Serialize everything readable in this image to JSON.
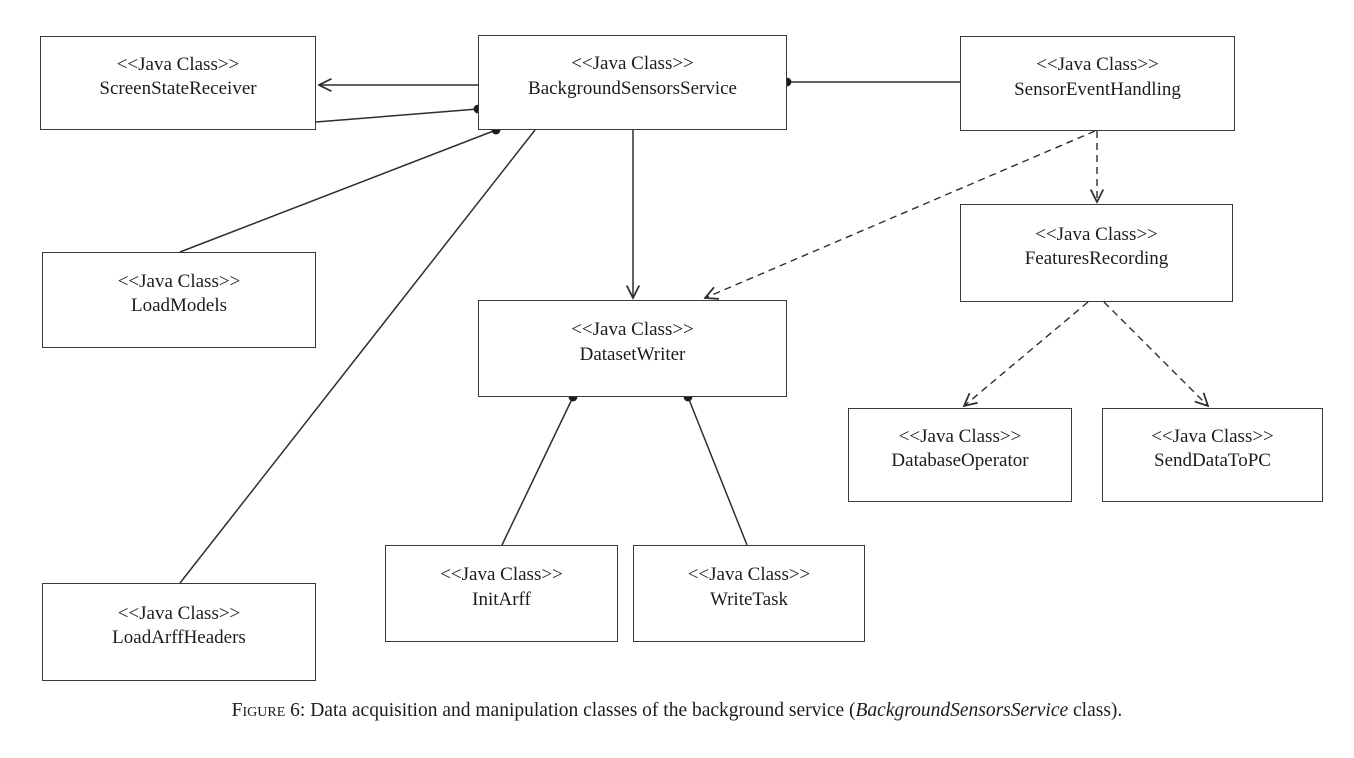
{
  "diagram": {
    "classes": [
      {
        "stereotype": "<<Java Class>>",
        "name": "ScreenStateReceiver"
      },
      {
        "stereotype": "<<Java Class>>",
        "name": "BackgroundSensorsService"
      },
      {
        "stereotype": "<<Java Class>>",
        "name": "SensorEventHandling"
      },
      {
        "stereotype": "<<Java Class>>",
        "name": "LoadModels"
      },
      {
        "stereotype": "<<Java Class>>",
        "name": "FeaturesRecording"
      },
      {
        "stereotype": "<<Java Class>>",
        "name": "DatasetWriter"
      },
      {
        "stereotype": "<<Java Class>>",
        "name": "DatabaseOperator"
      },
      {
        "stereotype": "<<Java Class>>",
        "name": "SendDataToPC"
      },
      {
        "stereotype": "<<Java Class>>",
        "name": "InitArff"
      },
      {
        "stereotype": "<<Java Class>>",
        "name": "WriteTask"
      },
      {
        "stereotype": "<<Java Class>>",
        "name": "LoadArffHeaders"
      }
    ],
    "edges": [
      {
        "from": "BackgroundSensorsService",
        "to": "ScreenStateReceiver",
        "style": "solid",
        "end": "open-arrow"
      },
      {
        "from": "BackgroundSensorsService",
        "to": "ScreenStateReceiver",
        "style": "solid",
        "end": "dot-at-source"
      },
      {
        "from": "BackgroundSensorsService",
        "to": "SensorEventHandling",
        "style": "solid",
        "end": "dot-at-source"
      },
      {
        "from": "BackgroundSensorsService",
        "to": "DatasetWriter",
        "style": "solid",
        "end": "open-arrow"
      },
      {
        "from": "BackgroundSensorsService",
        "to": "LoadModels",
        "style": "solid",
        "end": "dot-at-source"
      },
      {
        "from": "BackgroundSensorsService",
        "to": "LoadArffHeaders",
        "style": "solid",
        "end": "plain"
      },
      {
        "from": "SensorEventHandling",
        "to": "FeaturesRecording",
        "style": "dashed",
        "end": "open-arrow"
      },
      {
        "from": "SensorEventHandling",
        "to": "DatasetWriter",
        "style": "dashed",
        "end": "open-arrow"
      },
      {
        "from": "FeaturesRecording",
        "to": "DatabaseOperator",
        "style": "dashed",
        "end": "open-arrow"
      },
      {
        "from": "FeaturesRecording",
        "to": "SendDataToPC",
        "style": "dashed",
        "end": "open-arrow"
      },
      {
        "from": "DatasetWriter",
        "to": "InitArff",
        "style": "solid",
        "end": "dot-at-source"
      },
      {
        "from": "DatasetWriter",
        "to": "WriteTask",
        "style": "solid",
        "end": "dot-at-source"
      }
    ],
    "line_color": "#2e2e2e"
  },
  "caption": {
    "figure_label": "Figure 6:",
    "text_before": " Data acquisition and manipulation classes of the background service (",
    "emphasized": "BackgroundSensorsService",
    "text_after": " class)."
  }
}
